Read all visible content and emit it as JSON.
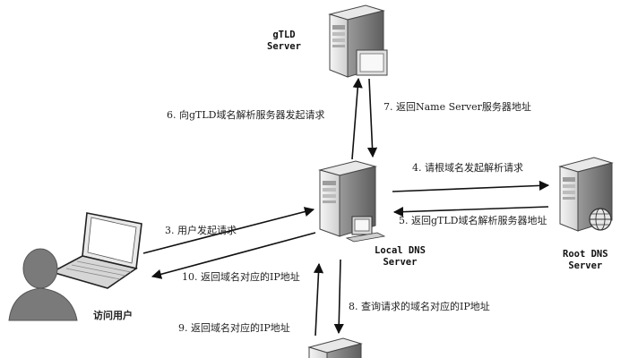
{
  "nodes": {
    "gtld": {
      "line1": "gTLD",
      "line2": "Server"
    },
    "local": {
      "line1": "Local DNS",
      "line2": "Server"
    },
    "root": {
      "line1": "Root DNS",
      "line2": "Server"
    },
    "user": {
      "label": "访问用户"
    }
  },
  "steps": {
    "s3": "3. 用户发起请求",
    "s4": "4. 请根域名发起解析请求",
    "s5": "5. 返回gTLD域名解析服务器地址",
    "s6": "6. 向gTLD域名解析服务器发起请求",
    "s7": "7. 返回Name Server服务器地址",
    "s8": "8. 查询请求的域名对应的IP地址",
    "s9": "9. 返回域名对应的IP地址",
    "s10": "10. 返回域名对应的IP地址"
  },
  "colors": {
    "server_body": "#d9d9d9",
    "server_front": "#f2f2f2",
    "server_dark": "#6e6e6e",
    "arrow": "#111111",
    "user_silhouette": "#7a7a7a"
  }
}
